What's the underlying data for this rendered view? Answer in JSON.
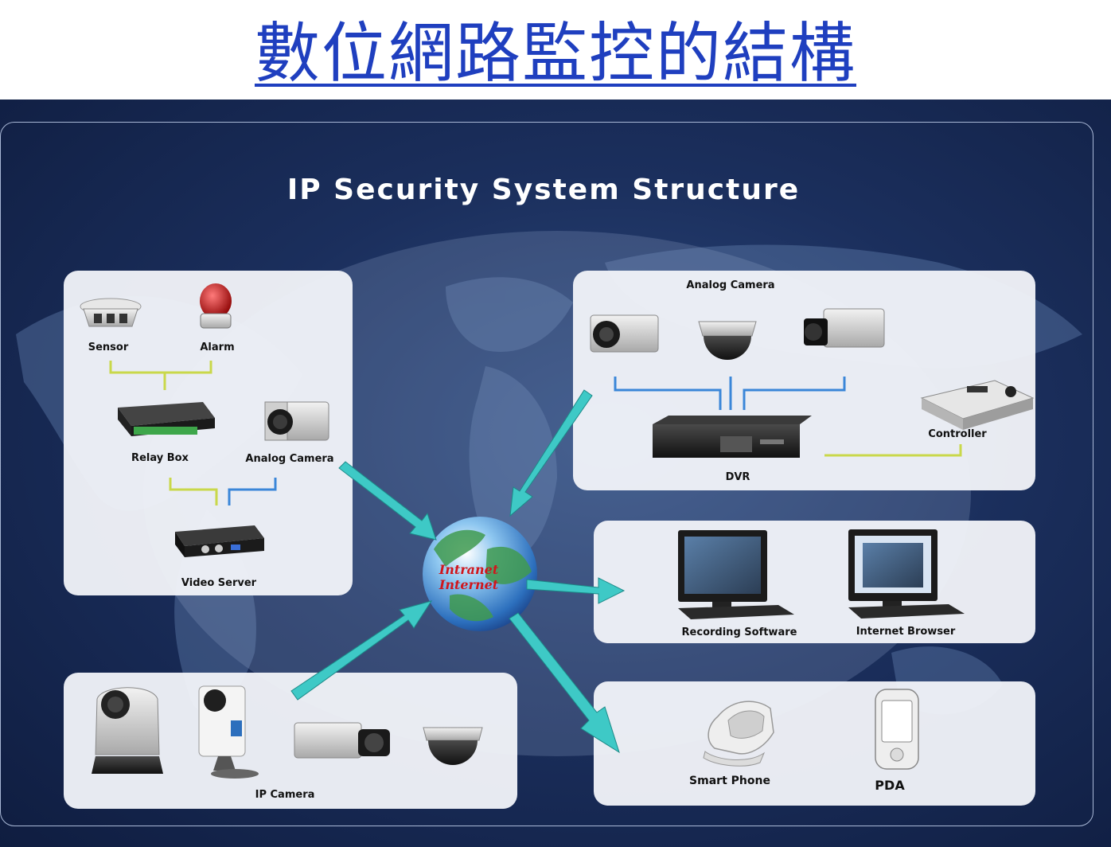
{
  "page": {
    "title": "數位網路監控的結構"
  },
  "diagram": {
    "title": "IP Security System Structure",
    "globe": {
      "line1": "Intranet",
      "line2": "Internet"
    },
    "left_panel": {
      "sensor": "Sensor",
      "alarm": "Alarm",
      "relay_box": "Relay Box",
      "analog_camera": "Analog Camera",
      "video_server": "Video Server"
    },
    "right_top_panel": {
      "analog_camera": "Analog Camera",
      "controller": "Controller",
      "dvr": "DVR"
    },
    "right_mid_panel": {
      "recording_software": "Recording Software",
      "internet_browser": "Internet Browser"
    },
    "right_bottom_panel": {
      "smart_phone": "Smart Phone",
      "pda": "PDA"
    },
    "bottom_panel": {
      "ip_camera": "IP Camera"
    },
    "colors": {
      "title_blue": "#1f3fbf",
      "background_navy": "#1b2f5d",
      "arrow_cyan": "#3ec9c6",
      "connector_yellow_green": "#c9d84a",
      "connector_blue": "#3a86d8",
      "globe_text_red": "#d0161c"
    }
  }
}
